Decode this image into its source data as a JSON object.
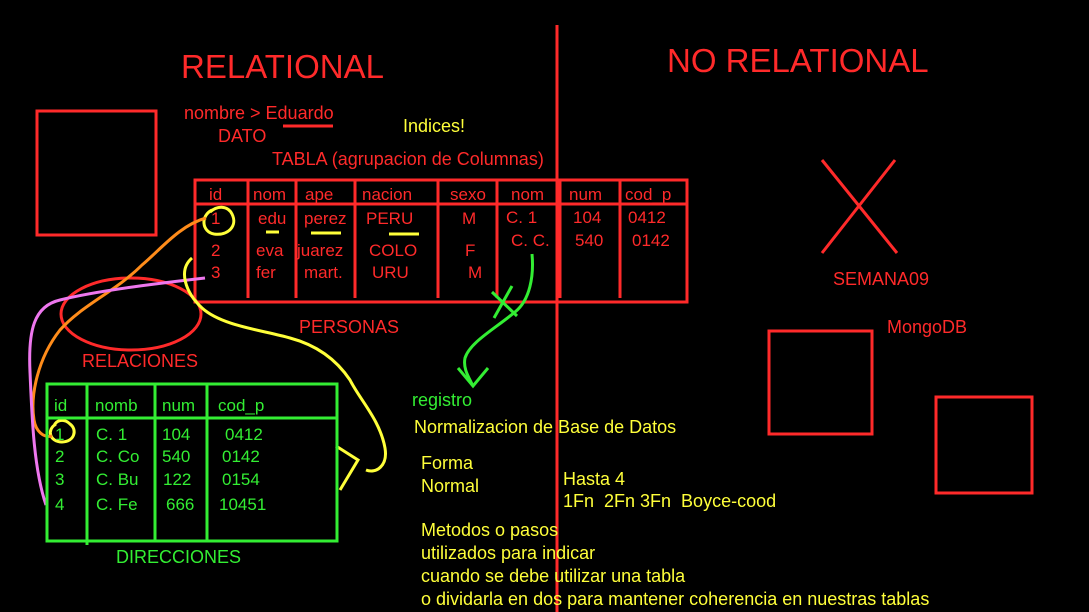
{
  "colors": {
    "background": "#000000",
    "red_ink": "#ff2a2a",
    "yellow_ink": "#ffff3a",
    "green_ink": "#33ee33",
    "orange_ink": "#ff8c1a",
    "violet_ink": "#ee77ee"
  },
  "headings": {
    "relational": "RELATIONAL",
    "no_relational": "NO RELATIONAL"
  },
  "notes": {
    "nombre": "nombre > Eduardo",
    "dato": "DATO",
    "indices": "Indices!",
    "tabla": "TABLA (agrupacion de Columnas)",
    "personas": "PERSONAS",
    "relaciones": "RELACIONES",
    "registro": "registro",
    "direcciones": "DIRECCIONES",
    "semana": "SEMANA09",
    "mongodb": "MongoDB",
    "normalizacion": "Normalizacion de Base de Datos",
    "forma": "Forma",
    "normal": "Normal",
    "hasta": "Hasta 4",
    "formas": "1Fn  2Fn 3Fn  Boyce-cood",
    "metodos": [
      "Metodos o pasos",
      "utilizados para indicar",
      "cuando se debe utilizar una tabla",
      "o dividarla en dos para mantener coherencia en nuestras tablas"
    ]
  },
  "personas_table": {
    "headers": [
      "id",
      "nom",
      "ape",
      "nacion",
      "sexo",
      "nom",
      "num",
      "cod_p"
    ],
    "rows": [
      [
        "1",
        "edu",
        "perez",
        "PERU",
        "M",
        "C. 1",
        "104",
        "0412"
      ],
      [
        "2",
        "eva",
        "juarez",
        "COLO",
        "F",
        "C. C.",
        "540",
        "0142"
      ],
      [
        "3",
        "fer",
        "mart.",
        "URU",
        "M",
        "",
        "",
        ""
      ]
    ]
  },
  "direcciones_table": {
    "headers": [
      "id",
      "nomb",
      "num",
      "cod_p"
    ],
    "rows": [
      [
        "1",
        "C. 1",
        "104",
        "0412"
      ],
      [
        "2",
        "C. Co",
        "540",
        "0142"
      ],
      [
        "3",
        "C. Bu",
        "122",
        "0154"
      ],
      [
        "4",
        "C. Fe",
        "666",
        "10451"
      ]
    ]
  }
}
